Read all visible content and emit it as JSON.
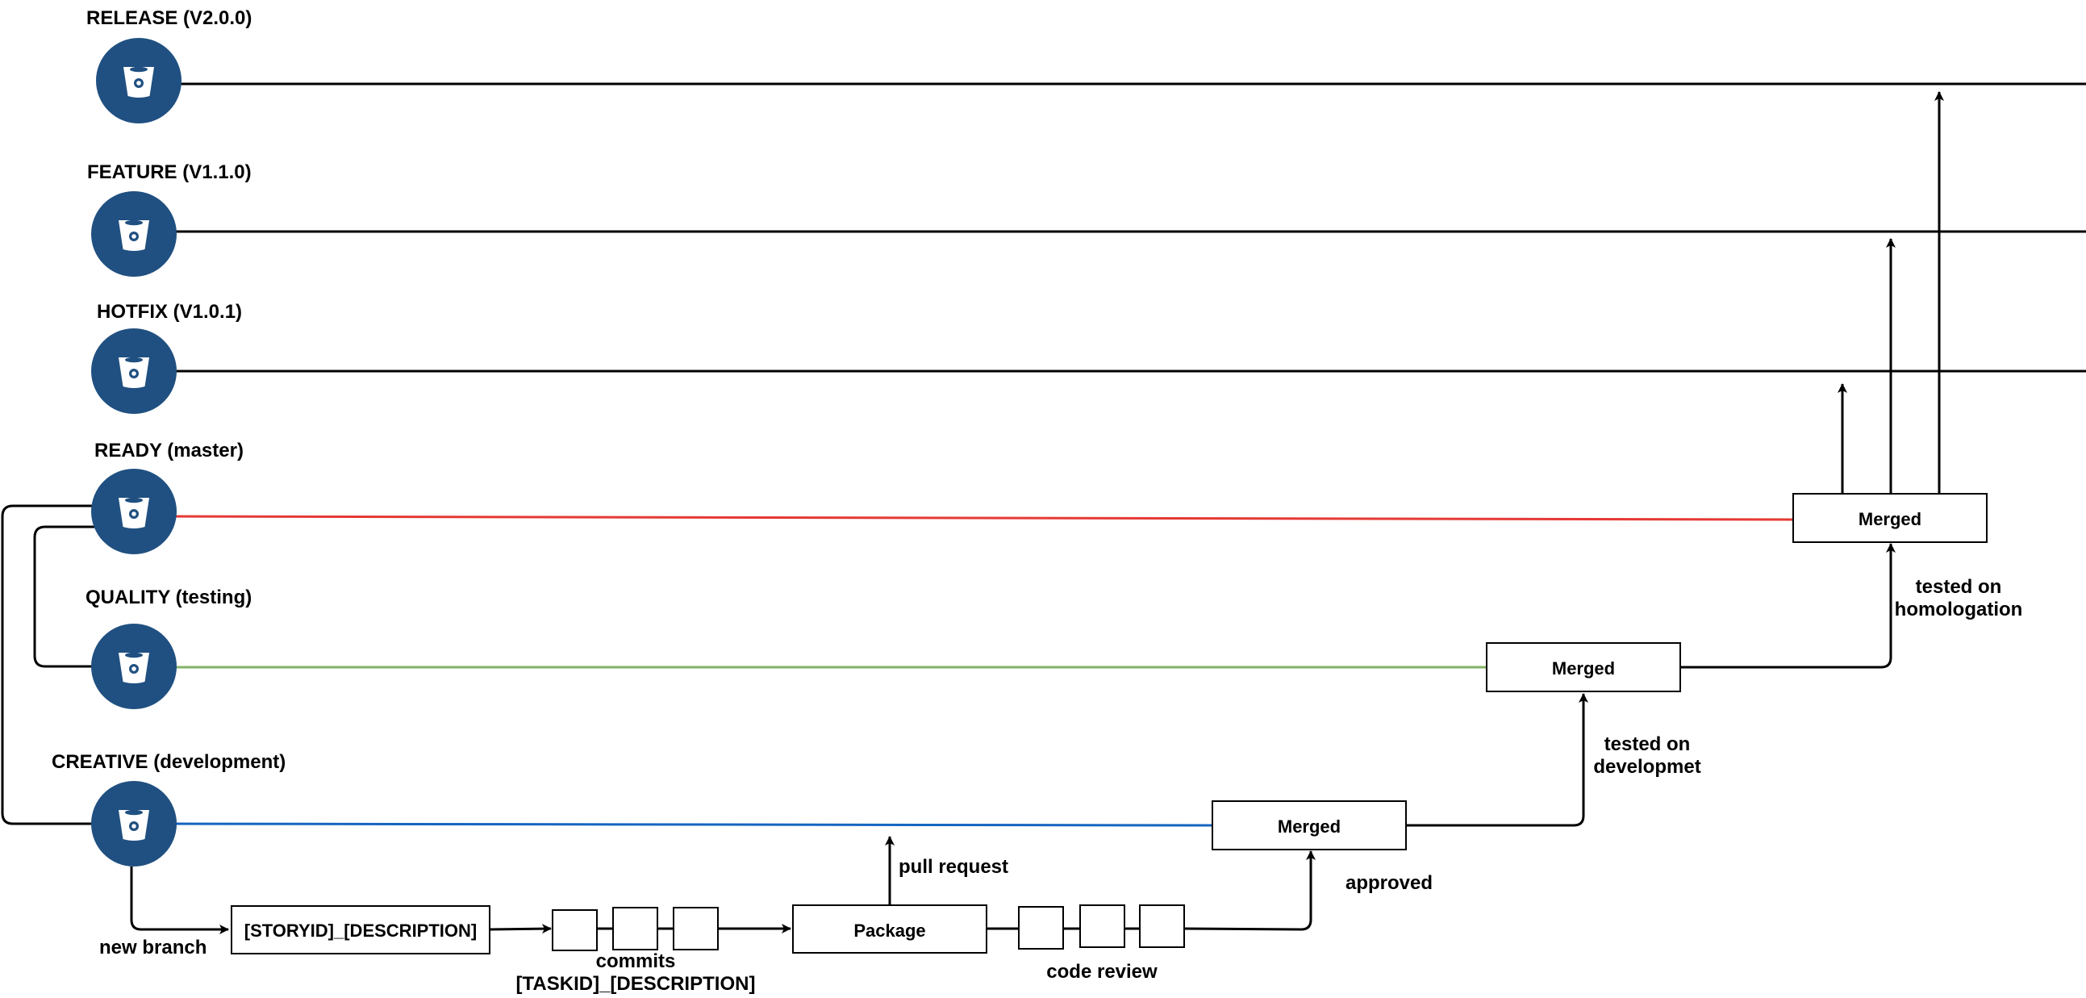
{
  "colors": {
    "icon_bg": "#205081",
    "icon_fg": "#ffffff",
    "ready_line": "#e53935",
    "quality_line": "#82b366",
    "creative_line": "#1565c0",
    "neutral_line": "#000000"
  },
  "branches": {
    "release": {
      "label": "RELEASE (V2.0.0)",
      "icon": "bitbucket-icon"
    },
    "feature": {
      "label": "FEATURE (V1.1.0)",
      "icon": "bitbucket-icon"
    },
    "hotfix": {
      "label": "HOTFIX (V1.0.1)",
      "icon": "bitbucket-icon"
    },
    "ready": {
      "label": "READY (master)",
      "icon": "bitbucket-icon"
    },
    "quality": {
      "label": "QUALITY (testing)",
      "icon": "bitbucket-icon"
    },
    "creative": {
      "label": "CREATIVE (development)",
      "icon": "bitbucket-icon"
    }
  },
  "boxes": {
    "story": "[STORYID]_[DESCRIPTION]",
    "package": "Package",
    "merged_creative": "Merged",
    "merged_quality": "Merged",
    "merged_ready": "Merged"
  },
  "annotations": {
    "new_branch": "new branch",
    "commits": "commits",
    "task_id": "[TASKID]_[DESCRIPTION]",
    "pull_request": "pull request",
    "code_review": "code review",
    "approved": "approved",
    "tested_dev_1": "tested on",
    "tested_dev_2": "developmet",
    "tested_hom_1": "tested on",
    "tested_hom_2": "homologation"
  }
}
